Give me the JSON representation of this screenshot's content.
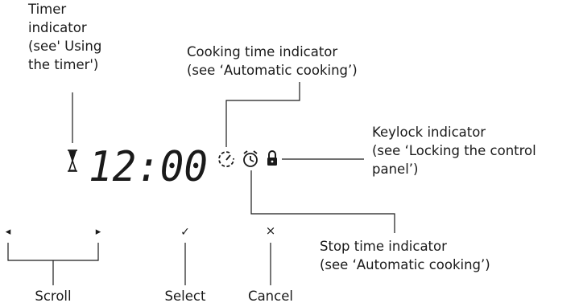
{
  "display": {
    "time": "12:00"
  },
  "indicators": {
    "timer": {
      "label": "Timer\nindicator\n(see' Using\nthe timer')",
      "icon": "hourglass-icon"
    },
    "cooking_time": {
      "label": "Cooking time indicator\n(see ‘Automatic cooking’)",
      "icon": "cooking-time-clock-icon"
    },
    "stop_time": {
      "label": "Stop time indicator\n(see ‘Automatic cooking’)",
      "icon": "alarm-clock-icon"
    },
    "keylock": {
      "label": "Keylock indicator\n(see ‘Locking the control\npanel’)",
      "icon": "padlock-icon"
    }
  },
  "controls": {
    "scroll": {
      "label": "Scroll",
      "left_symbol": "◂",
      "right_symbol": "▸"
    },
    "select": {
      "label": "Select",
      "symbol": "✓"
    },
    "cancel": {
      "label": "Cancel",
      "symbol": "×"
    }
  },
  "colors": {
    "ink": "#1a1a1a"
  }
}
